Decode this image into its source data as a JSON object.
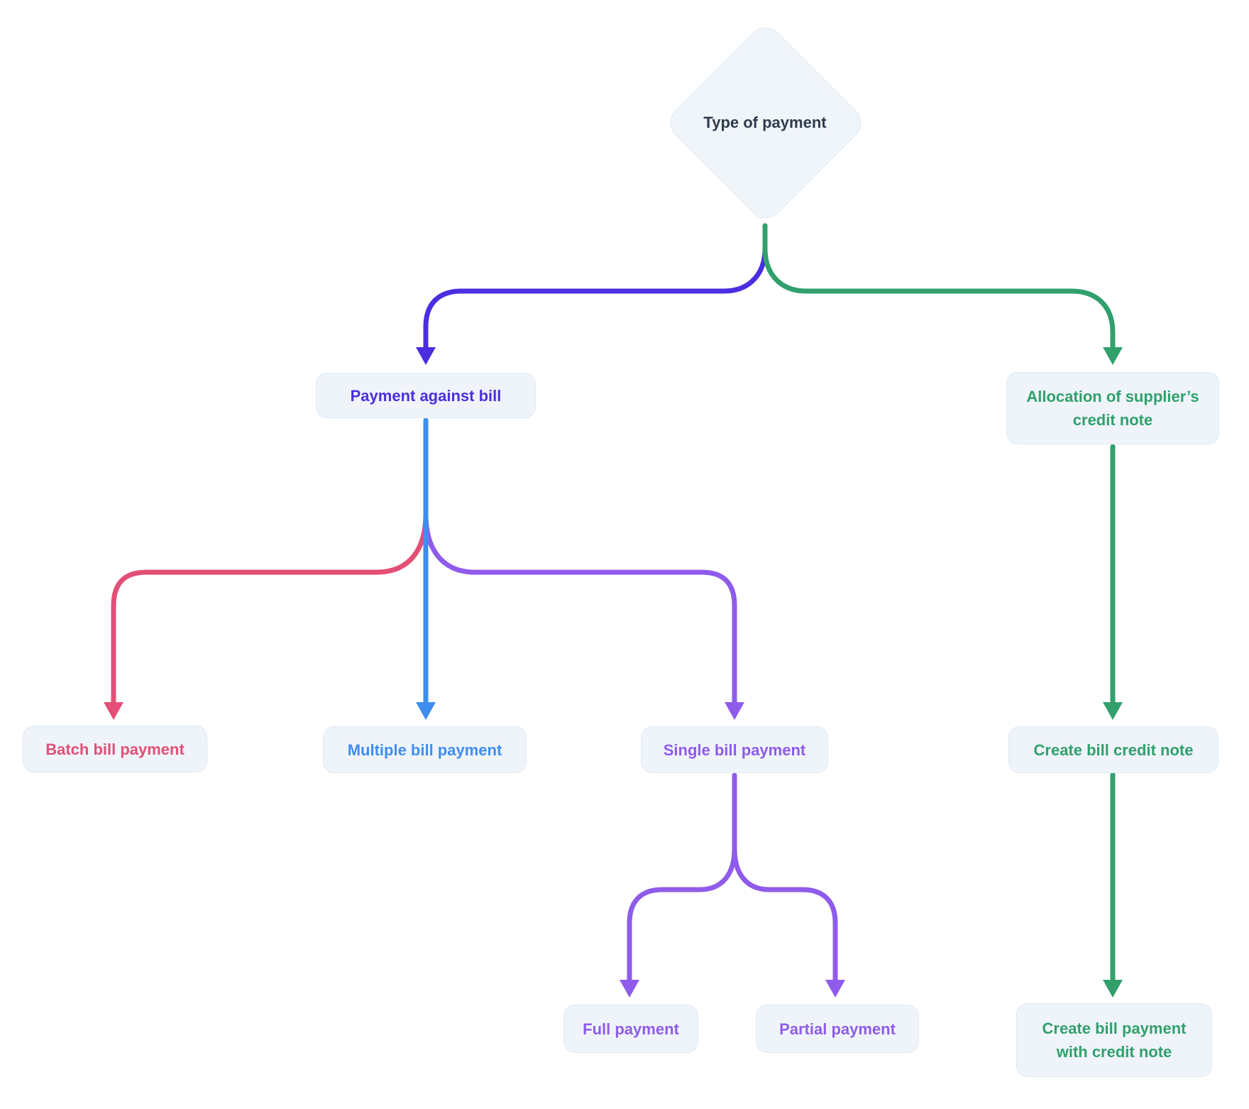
{
  "colors": {
    "indigo": "#4A2FE0",
    "green": "#31A06C",
    "pink": "#E34F76",
    "blue": "#3E8EF0",
    "purple": "#8F5BEB",
    "node-bg": "#EFF4FA",
    "node-border": "#DFE9F4",
    "diamond-bg": "#F0F5FA",
    "diamond-border": "#DCE7F2",
    "dark-text": "#2F3B4C"
  },
  "flowchart": {
    "root": {
      "label": "Type of payment"
    },
    "nodes": [
      {
        "id": "payment-against-bill",
        "label": "Payment against bill",
        "color": "indigo",
        "lines": [
          "Payment against bill"
        ]
      },
      {
        "id": "allocation-of-suppliers-credit-note",
        "label": "Allocation of supplier’s credit note",
        "color": "green",
        "lines": [
          "Allocation of supplier’s",
          "credit note"
        ]
      },
      {
        "id": "batch-bill-payment",
        "label": "Batch bill payment",
        "color": "pink",
        "lines": [
          "Batch bill payment"
        ]
      },
      {
        "id": "multiple-bill-payment",
        "label": "Multiple bill payment",
        "color": "blue",
        "lines": [
          "Multiple bill payment"
        ]
      },
      {
        "id": "single-bill-payment",
        "label": "Single bill payment",
        "color": "purple",
        "lines": [
          "Single bill payment"
        ]
      },
      {
        "id": "create-bill-credit-note",
        "label": "Create bill credit note",
        "color": "green",
        "lines": [
          "Create bill credit note"
        ]
      },
      {
        "id": "full-payment",
        "label": "Full payment",
        "color": "purple",
        "lines": [
          "Full payment"
        ]
      },
      {
        "id": "partial-payment",
        "label": "Partial payment",
        "color": "purple",
        "lines": [
          "Partial payment"
        ]
      },
      {
        "id": "create-bill-payment-with-credit-note",
        "label": "Create bill payment with credit note",
        "color": "green",
        "lines": [
          "Create bill payment",
          "with credit note"
        ]
      }
    ],
    "edges": [
      {
        "from": "type-of-payment",
        "to": "payment-against-bill",
        "color": "indigo"
      },
      {
        "from": "type-of-payment",
        "to": "allocation-of-suppliers-credit-note",
        "color": "green"
      },
      {
        "from": "payment-against-bill",
        "to": "batch-bill-payment",
        "color": "pink"
      },
      {
        "from": "payment-against-bill",
        "to": "multiple-bill-payment",
        "color": "blue"
      },
      {
        "from": "payment-against-bill",
        "to": "single-bill-payment",
        "color": "purple"
      },
      {
        "from": "single-bill-payment",
        "to": "full-payment",
        "color": "purple"
      },
      {
        "from": "single-bill-payment",
        "to": "partial-payment",
        "color": "purple"
      },
      {
        "from": "allocation-of-suppliers-credit-note",
        "to": "create-bill-credit-note",
        "color": "green"
      },
      {
        "from": "create-bill-credit-note",
        "to": "create-bill-payment-with-credit-note",
        "color": "green"
      }
    ]
  }
}
